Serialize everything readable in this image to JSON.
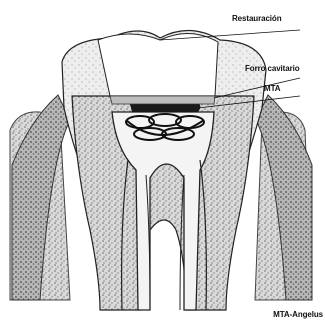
{
  "labels": {
    "restauracion": "Restauración",
    "forro_cavitario": "Forro cavitario",
    "mta": "MTA",
    "caption": "MTA-Angelus"
  },
  "colors": {
    "background": "#ffffff",
    "ink": "#111111",
    "stipple": "#8a8a8a",
    "restoration": "#ffffff",
    "pulp_filling": "#1a1a1a"
  }
}
